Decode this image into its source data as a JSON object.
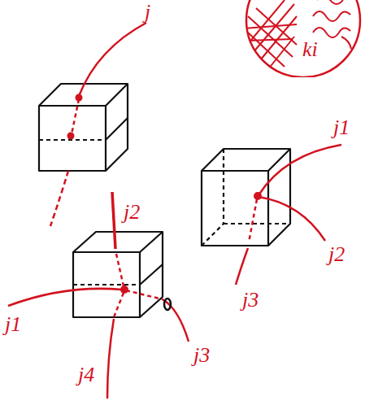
{
  "diagram": {
    "nodes": [
      {
        "text": [
          "ki"
        ]
      }
    ],
    "labels": [
      "j",
      "j1",
      "j2",
      "j3",
      "j2",
      "j1",
      "j3",
      "j4"
    ]
  }
}
